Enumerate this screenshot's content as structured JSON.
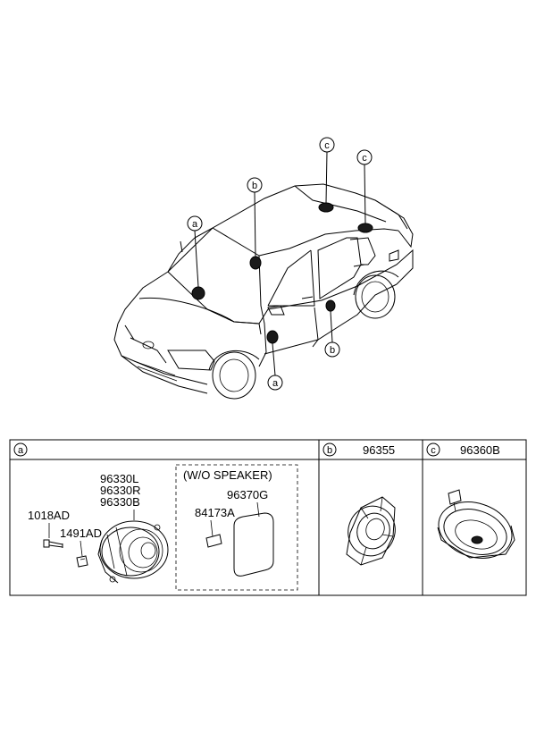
{
  "callouts": {
    "a": "a",
    "b": "b",
    "c": "c"
  },
  "table": {
    "section_a": {
      "marker": "a",
      "parts": {
        "speaker_l": "96330L",
        "speaker_r": "96330R",
        "speaker_b": "96330B",
        "bolt": "1018AD",
        "nut": "1491AD",
        "wo_speaker_title": "(W/O SPEAKER)",
        "cover": "96370G",
        "tape": "84173A"
      }
    },
    "section_b": {
      "marker": "b",
      "part": "96355"
    },
    "section_c": {
      "marker": "c",
      "part": "96360B"
    }
  }
}
